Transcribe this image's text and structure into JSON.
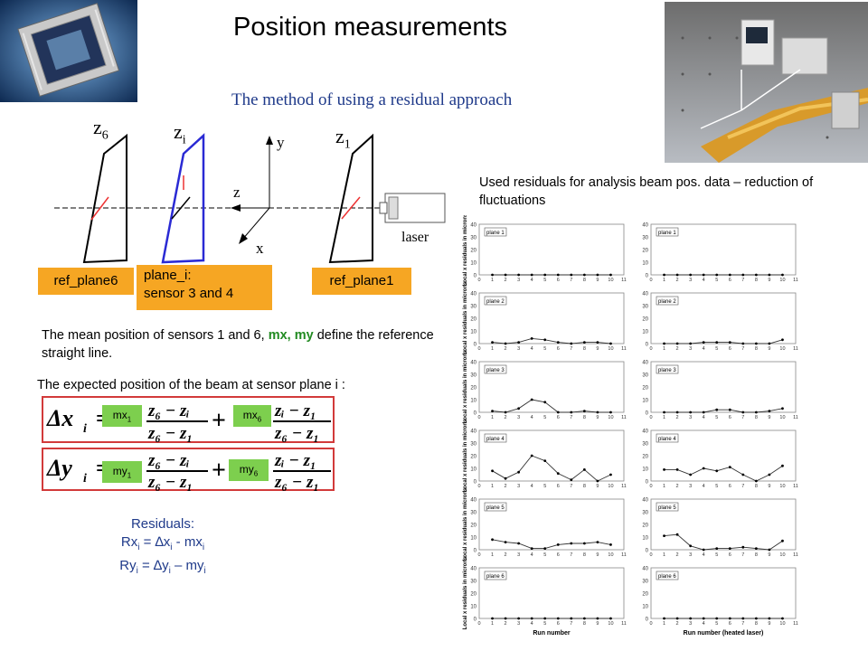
{
  "title": "Position measurements",
  "subtitle": "The method of  using a residual approach",
  "diagram": {
    "z6": "z",
    "z6_sub": "6",
    "zi": "z",
    "zi_sub": "i",
    "z1": "z",
    "z1_sub": "1",
    "axis_y": "y",
    "axis_z": "z",
    "axis_x": "x",
    "laser": "laser",
    "ref_plane6": "ref_plane6",
    "plane_i_line1": "plane_i:",
    "plane_i_line2": "sensor 3 and 4",
    "ref_plane1": "ref_plane1"
  },
  "text": {
    "mean_pos_part1": "The mean position of sensors 1 and 6, ",
    "mean_pos_green": "mx, my",
    "mean_pos_part2": " define the reference  straight line.",
    "expected": "The expected position of the beam at sensor plane i :",
    "used_residuals": "Used residuals for analysis beam pos. data – reduction of fluctuations"
  },
  "equations": {
    "dx_lhs": "Δx",
    "dy_lhs": "Δy",
    "sub_i": "i",
    "eq": "=",
    "plus": "+",
    "frac_a_num": "z₆ − zᵢ",
    "frac_a_den": "z₆ − z₁",
    "frac_b_num": "zᵢ − z₁",
    "frac_b_den": "z₆ − z₁",
    "mx1": "mx",
    "mx1_sub": "1",
    "mx6": "mx",
    "mx6_sub": "6",
    "my1": "my",
    "my1_sub": "1",
    "my6": "my",
    "my6_sub": "6"
  },
  "residuals": {
    "heading": "Residuals:",
    "rx_a": "Rx",
    "rx_b": " = ∆x",
    "rx_c": " -  mx",
    "ry_a": "Ry",
    "ry_b": " =  ∆y",
    "ry_c": " – my",
    "sub": "i"
  },
  "panels": {
    "ylabel": "Local x residuals in microns",
    "xlabel_left": "Run number",
    "xlabel_right": "Run number (heated laser)",
    "y_ticks": [
      "0",
      "10",
      "20",
      "30",
      "40"
    ],
    "x_ticks": [
      "0",
      "1",
      "2",
      "3",
      "4",
      "5",
      "6",
      "7",
      "8",
      "9",
      "10",
      "11"
    ],
    "names": [
      "plane 1",
      "plane 2",
      "plane 3",
      "plane 4",
      "plane 5",
      "plane 6"
    ]
  },
  "chart_data": [
    {
      "type": "line",
      "title": "",
      "xlabel": "Run number",
      "ylabel": "Local x residuals in microns",
      "ylim": [
        0,
        40
      ],
      "panels": [
        {
          "name": "plane 1",
          "x": [
            1,
            2,
            3,
            4,
            5,
            6,
            7,
            8,
            9,
            10
          ],
          "y": [
            0,
            0,
            0,
            0,
            0,
            0,
            0,
            0,
            0,
            0
          ]
        },
        {
          "name": "plane 2",
          "x": [
            1,
            2,
            3,
            4,
            5,
            6,
            7,
            8,
            9,
            10
          ],
          "y": [
            1,
            0,
            1,
            4,
            3,
            1,
            0,
            1,
            1,
            0
          ]
        },
        {
          "name": "plane 3",
          "x": [
            1,
            2,
            3,
            4,
            5,
            6,
            7,
            8,
            9,
            10
          ],
          "y": [
            1,
            0,
            3,
            10,
            8,
            0,
            0,
            1,
            0,
            0
          ]
        },
        {
          "name": "plane 4",
          "x": [
            1,
            2,
            3,
            4,
            5,
            6,
            7,
            8,
            9,
            10
          ],
          "y": [
            8,
            2,
            7,
            20,
            16,
            6,
            1,
            9,
            0,
            5
          ]
        },
        {
          "name": "plane 5",
          "x": [
            1,
            2,
            3,
            4,
            5,
            6,
            7,
            8,
            9,
            10
          ],
          "y": [
            8,
            6,
            5,
            1,
            1,
            4,
            5,
            5,
            6,
            4
          ]
        },
        {
          "name": "plane 6",
          "x": [
            1,
            2,
            3,
            4,
            5,
            6,
            7,
            8,
            9,
            10
          ],
          "y": [
            0,
            0,
            0,
            0,
            0,
            0,
            0,
            0,
            0,
            0
          ]
        }
      ]
    },
    {
      "type": "line",
      "title": "",
      "xlabel": "Run number (heated laser)",
      "ylabel": "",
      "ylim": [
        0,
        40
      ],
      "panels": [
        {
          "name": "plane 1",
          "x": [
            1,
            2,
            3,
            4,
            5,
            6,
            7,
            8,
            9,
            10
          ],
          "y": [
            0,
            0,
            0,
            0,
            0,
            0,
            0,
            0,
            0,
            0
          ]
        },
        {
          "name": "plane 2",
          "x": [
            1,
            2,
            3,
            4,
            5,
            6,
            7,
            8,
            9,
            10
          ],
          "y": [
            0,
            0,
            0,
            1,
            1,
            1,
            0,
            0,
            0,
            3
          ]
        },
        {
          "name": "plane 3",
          "x": [
            1,
            2,
            3,
            4,
            5,
            6,
            7,
            8,
            9,
            10
          ],
          "y": [
            0,
            0,
            0,
            0,
            2,
            2,
            0,
            0,
            1,
            3
          ]
        },
        {
          "name": "plane 4",
          "x": [
            1,
            2,
            3,
            4,
            5,
            6,
            7,
            8,
            9,
            10
          ],
          "y": [
            9,
            9,
            5,
            10,
            8,
            11,
            5,
            0,
            5,
            12
          ]
        },
        {
          "name": "plane 5",
          "x": [
            1,
            2,
            3,
            4,
            5,
            6,
            7,
            8,
            9,
            10
          ],
          "y": [
            11,
            12,
            3,
            0,
            1,
            1,
            2,
            1,
            0,
            7
          ]
        },
        {
          "name": "plane 6",
          "x": [
            1,
            2,
            3,
            4,
            5,
            6,
            7,
            8,
            9,
            10
          ],
          "y": [
            0,
            0,
            0,
            0,
            0,
            0,
            0,
            0,
            0,
            0
          ]
        }
      ]
    }
  ]
}
